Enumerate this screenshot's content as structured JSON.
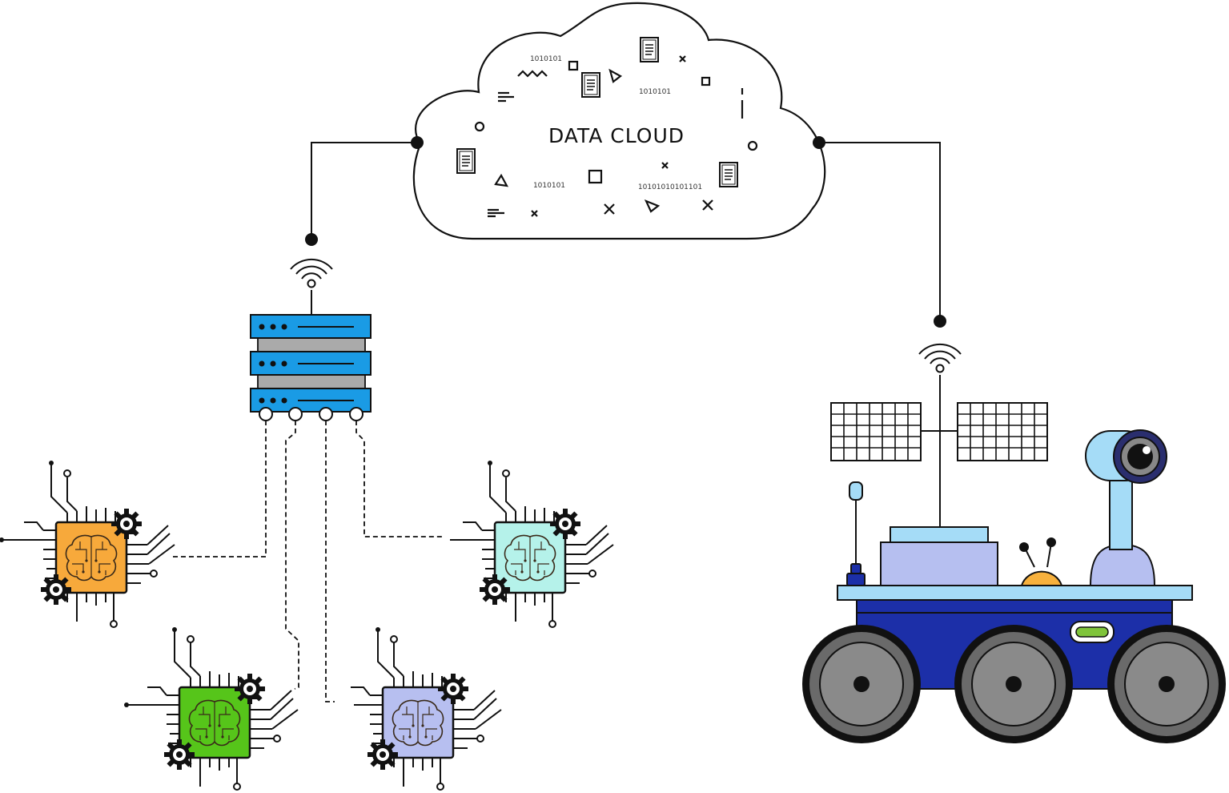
{
  "cloud": {
    "title": "DATA CLOUD",
    "binary_labels": [
      "1010101",
      "1010101",
      "1010101",
      "10101010101101"
    ]
  },
  "colors": {
    "server_blue": "#1a9be5",
    "chip_orange": "#f7a93b",
    "chip_cyan": "#b5f2ea",
    "chip_green": "#56c51a",
    "chip_lavender": "#b7bff0",
    "rover_body": "#1c2fa8",
    "rover_light": "#b6bff0",
    "rover_sky": "#a5dcf7",
    "rover_accent": "#f7b13d",
    "wheel_gray": "#8a8a8a"
  },
  "icons": {
    "wifi": "wifi-icon",
    "brain": "brain-icon",
    "gear": "gear-icon",
    "document": "document-icon",
    "camera": "camera-icon"
  }
}
